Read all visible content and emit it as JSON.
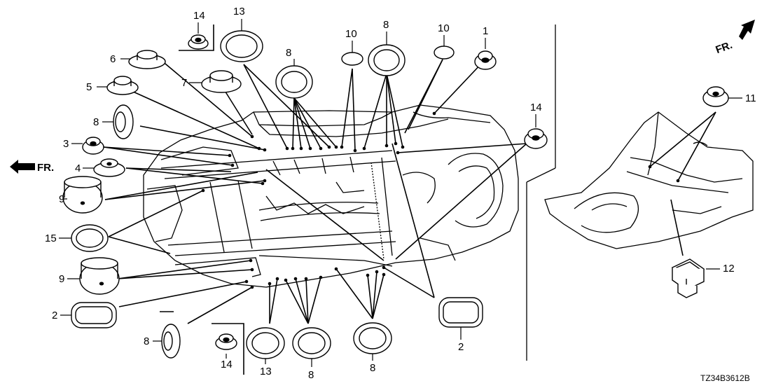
{
  "diagram": {
    "part_code": "TZ34B3612B",
    "direction_left": "FR.",
    "direction_right": "FR.",
    "callouts": {
      "c1": "1",
      "c2a": "2",
      "c2b": "2",
      "c3": "3",
      "c4": "4",
      "c5": "5",
      "c6": "6",
      "c7": "7",
      "c8a": "8",
      "c8b": "8",
      "c8c": "8",
      "c8d": "8",
      "c8e": "8",
      "c8f": "8",
      "c9a": "9",
      "c9b": "9",
      "c10a": "10",
      "c10b": "10",
      "c11": "11",
      "c12": "12",
      "c13a": "13",
      "c13b": "13",
      "c14a": "14",
      "c14b": "14",
      "c14c": "14",
      "c15": "15"
    }
  }
}
